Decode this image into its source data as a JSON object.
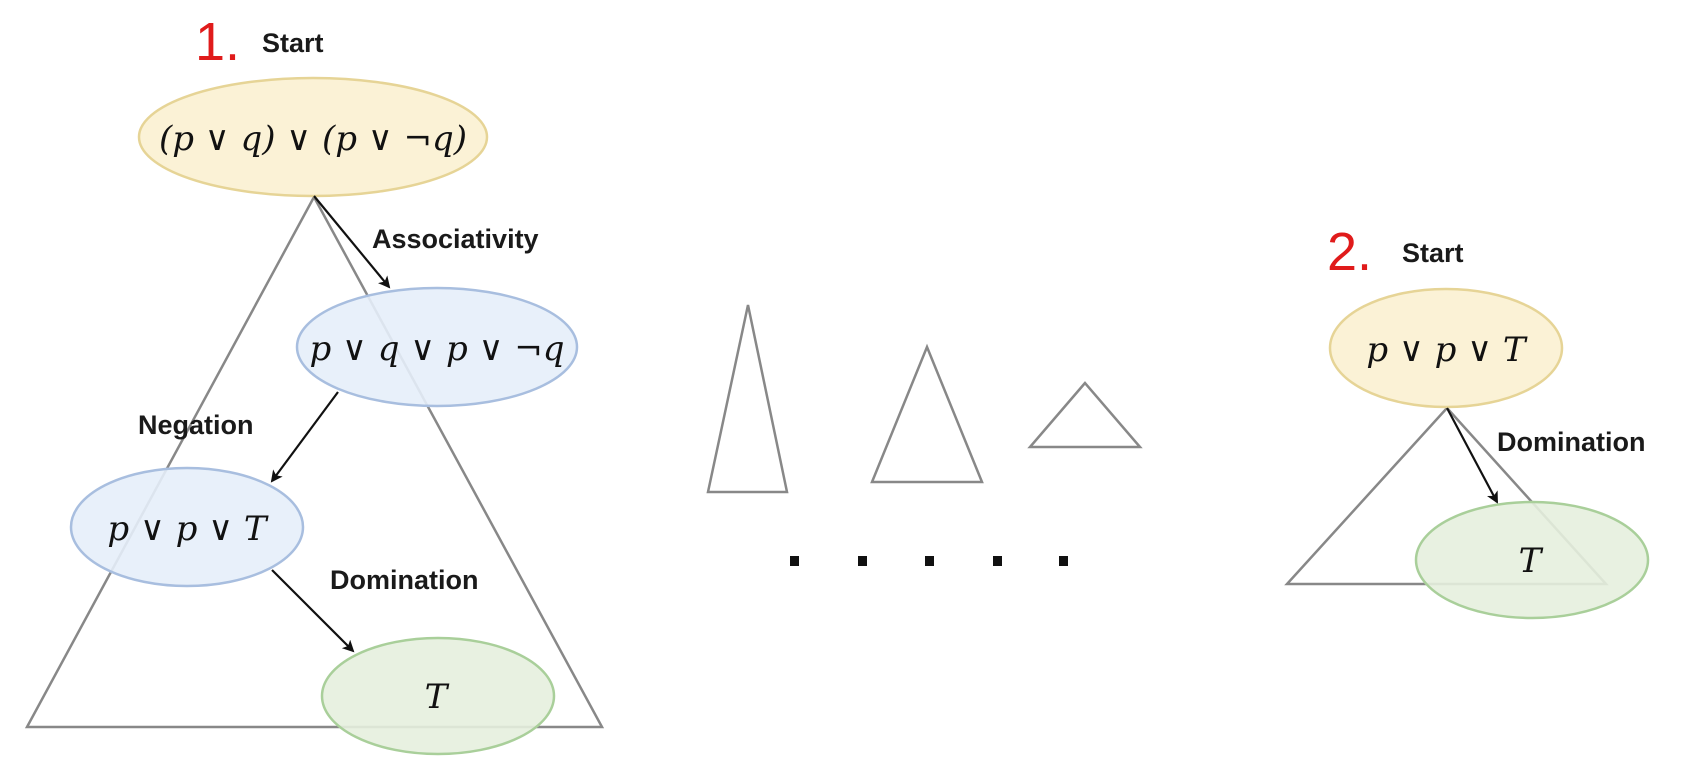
{
  "colors": {
    "start_fill": "#fbf2d6",
    "start_stroke": "#e6d496",
    "step_fill": "#e6eef9",
    "step_stroke": "#a8bedf",
    "goal_fill": "#e5f0de",
    "goal_stroke": "#a9cf9a",
    "step_number": "#e01b1b"
  },
  "panel1": {
    "number": "1.",
    "start_label": "Start",
    "start_formula": "(p ∨ q) ∨ (p ∨ ¬q)",
    "rule_associativity": "Associativity",
    "formula_associativity": "p ∨ q ∨ p ∨ ¬q",
    "rule_negation": "Negation",
    "formula_negation": "p ∨ p ∨ T",
    "rule_domination": "Domination",
    "formula_goal": "T"
  },
  "panel2": {
    "number": "2.",
    "start_label": "Start",
    "start_formula": "p ∨ p ∨ T",
    "rule_domination": "Domination",
    "formula_goal": "T"
  },
  "ellipsis": ". . . . ."
}
